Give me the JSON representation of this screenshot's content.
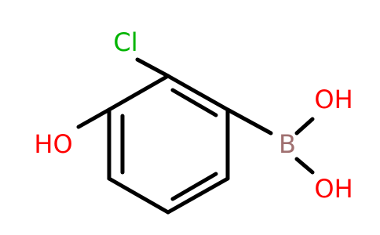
{
  "molecule": {
    "atoms": {
      "chlorine": {
        "label": "Cl",
        "color": "#00b400"
      },
      "hydroxyl_phenol": {
        "label": "HO",
        "color": "#ff0000"
      },
      "boron": {
        "label": "B",
        "color": "#a07070"
      },
      "hydroxyl_boron_top": {
        "label": "OH",
        "color": "#ff0000"
      },
      "hydroxyl_boron_bottom": {
        "label": "OH",
        "color": "#ff0000"
      }
    },
    "bond_color": "#000000"
  }
}
